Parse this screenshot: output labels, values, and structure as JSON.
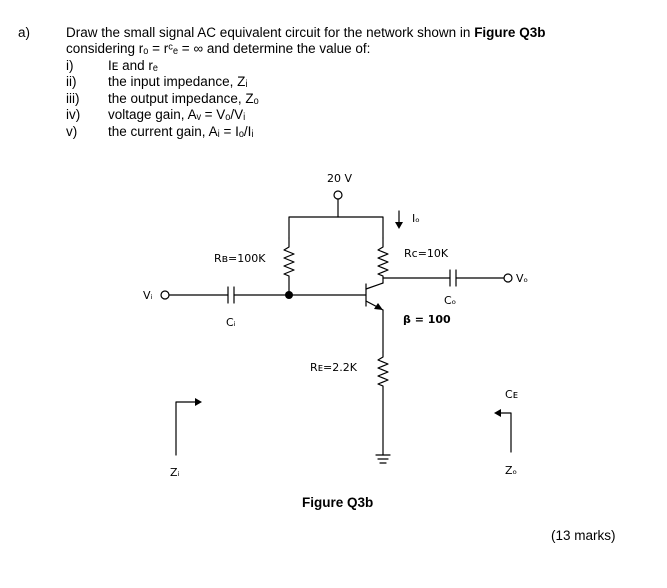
{
  "question": {
    "label": "a)",
    "intro_line1_pre": "Draw the small signal AC equivalent circuit for the network shown in ",
    "intro_line1_fig": "Figure Q3b",
    "intro_line2": "considering rₒ = rᶜₑ = ∞ and determine the value of:",
    "items": [
      {
        "num": "i)",
        "text": "Iᴇ and rₑ"
      },
      {
        "num": "ii)",
        "text": "the input impedance, Zᵢ"
      },
      {
        "num": "iii)",
        "text": "the output impedance, Zₒ"
      },
      {
        "num": "iv)",
        "text": "voltage gain, Aᵥ = Vₒ/Vᵢ"
      },
      {
        "num": "v)",
        "text": "the current gain, Aᵢ = Iₒ/Iᵢ"
      }
    ]
  },
  "circuit": {
    "supply": "20 V",
    "rb": "Rʙ=100K",
    "rc": "Rc=10K",
    "re": "Rᴇ=2.2K",
    "io": "Iₒ",
    "vo": "Vₒ",
    "vi": "Vᵢ",
    "ci": "Cᵢ",
    "co": "Cₒ",
    "ce": "Cᴇ",
    "beta": "β = 100",
    "zi": "Zᵢ",
    "zo": "Zₒ"
  },
  "caption": "Figure Q3b",
  "marks": "(13 marks)"
}
